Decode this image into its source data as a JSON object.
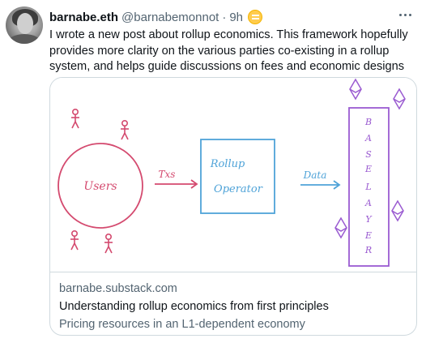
{
  "tweet": {
    "author_name": "barnabe.eth",
    "author_handle": "@barnabemonnot",
    "separator": "·",
    "timestamp": "9h",
    "badge_icon": "note-emoji-icon",
    "text": "I wrote a new post about rollup economics. This framework hopefully provides more clarity on the various parties co-existing in a rollup system, and helps guide discussions on fees and economic designs"
  },
  "card": {
    "domain": "barnabe.substack.com",
    "title": "Understanding rollup economics from first principles",
    "description": "Pricing resources in an L1-dependent economy",
    "diagram": {
      "users_label": "Users",
      "txs_label": "Txs",
      "operator_label_line1": "Rollup",
      "operator_label_line2": "Operator",
      "data_label": "Data",
      "base_layer_letters": [
        "B",
        "A",
        "S",
        "E",
        "L",
        "A",
        "Y",
        "E",
        "R"
      ],
      "colors": {
        "users": "#d44a6f",
        "operator": "#4fa3d8",
        "base_layer": "#9a5bd1"
      }
    }
  },
  "colors": {
    "text_primary": "#0f1419",
    "text_secondary": "#536471",
    "border": "#cfd9de"
  }
}
